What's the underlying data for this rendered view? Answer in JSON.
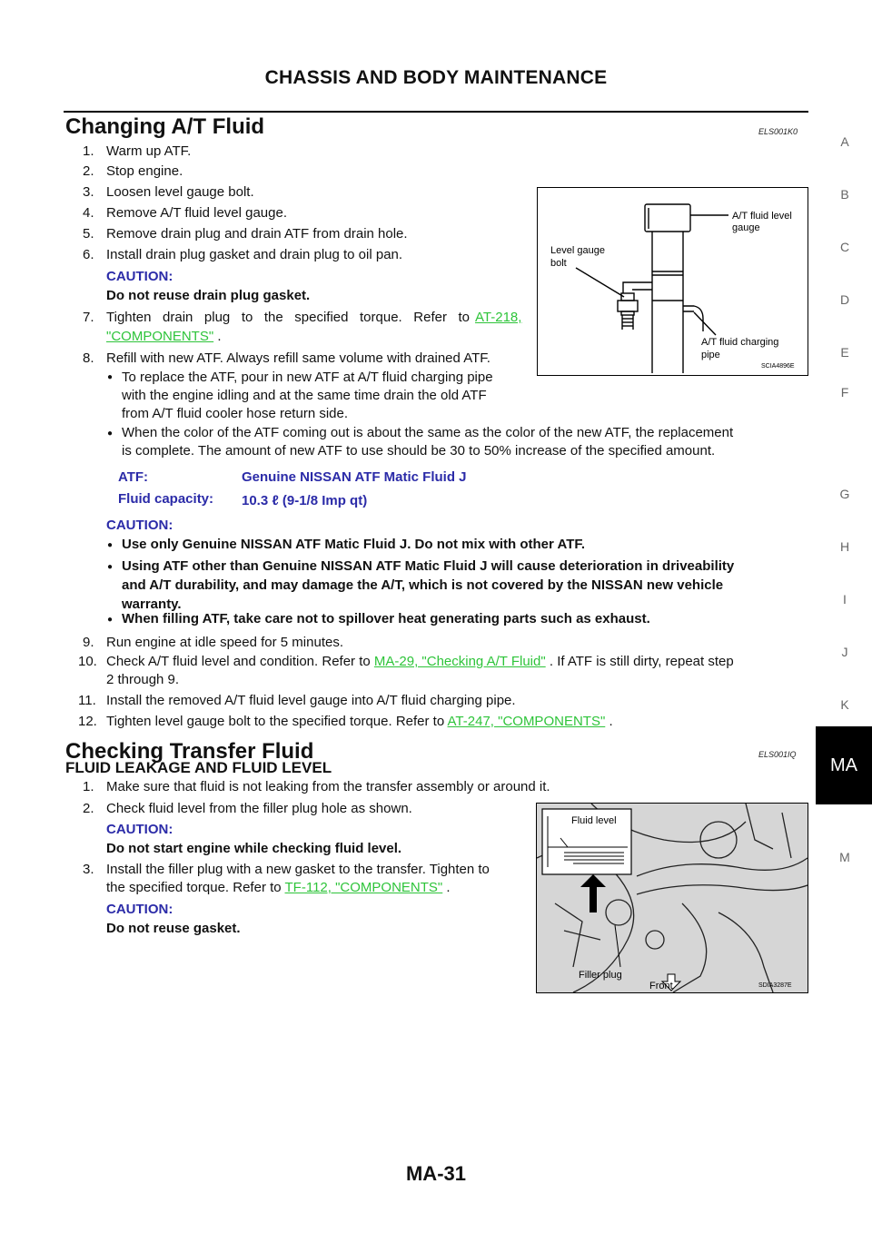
{
  "header": {
    "title": "CHASSIS AND BODY MAINTENANCE"
  },
  "side_tabs": [
    "A",
    "B",
    "C",
    "D",
    "E",
    "F",
    "G",
    "H",
    "I",
    "J",
    "K",
    "MA",
    "M"
  ],
  "section1": {
    "title": "Changing A/T Fluid",
    "code": "ELS001K0",
    "steps": [
      {
        "n": "1.",
        "t": "Warm up ATF."
      },
      {
        "n": "2.",
        "t": "Stop engine."
      },
      {
        "n": "3.",
        "t": "Loosen level gauge bolt."
      },
      {
        "n": "4.",
        "t": "Remove A/T fluid level gauge."
      },
      {
        "n": "5.",
        "t": "Remove drain plug and drain ATF from drain hole."
      },
      {
        "n": "6.",
        "t": "Install drain plug gasket and drain plug to oil pan."
      }
    ],
    "caution1_label": "CAUTION:",
    "caution1_text": "Do not reuse drain plug gasket.",
    "step7_n": "7.",
    "step7_a": "Tighten drain plug to the specified torque. Refer to",
    "step7_link1": "AT-218,",
    "step7_link2": "\"COMPONENTS\"",
    "step7_end": " .",
    "step8_n": "8.",
    "step8_t": "Refill with new ATF. Always refill same volume with drained ATF.",
    "bullet1_l1": "To replace the ATF, pour in new ATF at A/T fluid charging pipe",
    "bullet1_l2": "with the engine idling and at the same time drain the old ATF",
    "bullet1_l3": "from A/T fluid cooler hose return side.",
    "bullet2_l1": "When the color of the ATF coming out is about the same as the color of the new ATF, the replacement",
    "bullet2_l2": "is complete. The amount of new ATF to use should be 30 to 50% increase of the specified amount.",
    "spec_atf_label": "ATF:",
    "spec_atf_value": "Genuine NISSAN ATF Matic Fluid J",
    "spec_cap_label": "Fluid capacity:",
    "spec_cap_value": "10.3 ℓ  (9-1/8 Imp qt)",
    "caution2_label": "CAUTION:",
    "caution2_b1": "Use only Genuine NISSAN ATF Matic Fluid J. Do not mix with other ATF.",
    "caution2_b2_l1": "Using ATF other than Genuine NISSAN ATF Matic Fluid J will cause deterioration in driveability",
    "caution2_b2_l2": "and A/T durability, and may damage the A/T, which is not covered by the NISSAN new vehicle",
    "caution2_b2_l3": "warranty.",
    "caution2_b3": "When filling ATF, take care not to spillover heat generating parts such as exhaust.",
    "step9_n": "9.",
    "step9_t": "Run engine at idle speed for 5 minutes.",
    "step10_n": "10.",
    "step10_a": "Check A/T fluid level and condition. Refer to ",
    "step10_link": "MA-29, \"Checking A/T Fluid\"",
    "step10_b": " . If ATF is still dirty, repeat step",
    "step10_l2": "2 through 9.",
    "step11_n": "11.",
    "step11_t": "Install the removed A/T fluid level gauge into A/T fluid charging pipe.",
    "step12_n": "12.",
    "step12_a": "Tighten level gauge bolt to the specified torque. Refer to ",
    "step12_link": "AT-247, \"COMPONENTS\"",
    "step12_end": " ."
  },
  "figure1": {
    "label_gauge_l1": "A/T fluid level",
    "label_gauge_l2": "gauge",
    "label_bolt_l1": "Level gauge",
    "label_bolt_l2": "bolt",
    "label_pipe_l1": "A/T fluid charging",
    "label_pipe_l2": "pipe",
    "code": "SCIA4896E"
  },
  "section2": {
    "title": "Checking Transfer Fluid",
    "code": "ELS001IQ",
    "subtitle": "FLUID LEAKAGE AND FLUID LEVEL",
    "step1_n": "1.",
    "step1_t": "Make sure that fluid is not leaking from the transfer assembly or around it.",
    "step2_n": "2.",
    "step2_t": "Check fluid level from the filler plug hole as shown.",
    "caution1_label": "CAUTION:",
    "caution1_text": "Do not start engine while checking fluid level.",
    "step3_n": "3.",
    "step3_l1": "Install the filler plug with a new gasket to the transfer. Tighten to",
    "step3_a": "the specified torque. Refer to ",
    "step3_link": "TF-112, \"COMPONENTS\"",
    "step3_end": " .",
    "caution2_label": "CAUTION:",
    "caution2_text": "Do not reuse gasket."
  },
  "figure2": {
    "label_level": "Fluid level",
    "label_plug": "Filler plug",
    "label_front": "Front",
    "code": "SDIA3287E"
  },
  "footer": {
    "page": "MA-31"
  }
}
